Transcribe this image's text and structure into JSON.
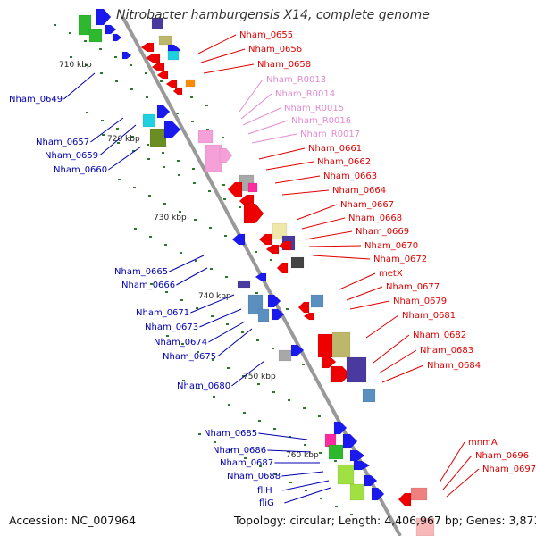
{
  "title": "Nitrobacter hamburgensis X14, complete genome",
  "footer": {
    "accession": "Accession: NC_007964",
    "stats": "Topology: circular; Length: 4,406,967 bp; Genes: 3,871"
  },
  "colors": {
    "backbone": "#999999",
    "tick_dots": "#2a7a2a",
    "right_labels": "#e00000",
    "rna_labels": "#e48ad0",
    "left_labels": "#0000b0"
  },
  "ticks": [
    "710 kbp",
    "720 kbp",
    "730 kbp",
    "740 kbp",
    "750 kbp",
    "760 kbp"
  ],
  "labels_right": [
    {
      "text": "Nham_0655",
      "color": "red"
    },
    {
      "text": "Nham_0656",
      "color": "red"
    },
    {
      "text": "Nham_0658",
      "color": "red"
    },
    {
      "text": "Nham_R0013",
      "color": "pink"
    },
    {
      "text": "Nham_R0014",
      "color": "pink"
    },
    {
      "text": "Nham_R0015",
      "color": "pink"
    },
    {
      "text": "Nham_R0016",
      "color": "pink"
    },
    {
      "text": "Nham_R0017",
      "color": "pink"
    },
    {
      "text": "Nham_0661",
      "color": "red"
    },
    {
      "text": "Nham_0662",
      "color": "red"
    },
    {
      "text": "Nham_0663",
      "color": "red"
    },
    {
      "text": "Nham_0664",
      "color": "red"
    },
    {
      "text": "Nham_0667",
      "color": "red"
    },
    {
      "text": "Nham_0668",
      "color": "red"
    },
    {
      "text": "Nham_0669",
      "color": "red"
    },
    {
      "text": "Nham_0670",
      "color": "red"
    },
    {
      "text": "Nham_0672",
      "color": "red"
    },
    {
      "text": "metX",
      "color": "red"
    },
    {
      "text": "Nham_0677",
      "color": "red"
    },
    {
      "text": "Nham_0679",
      "color": "red"
    },
    {
      "text": "Nham_0681",
      "color": "red"
    },
    {
      "text": "Nham_0682",
      "color": "red"
    },
    {
      "text": "Nham_0683",
      "color": "red"
    },
    {
      "text": "Nham_0684",
      "color": "red"
    },
    {
      "text": "mnmA",
      "color": "red"
    },
    {
      "text": "Nham_0696",
      "color": "red"
    },
    {
      "text": "Nham_0697",
      "color": "red"
    }
  ],
  "labels_left": [
    "Nham_0649",
    "Nham_0657",
    "Nham_0659",
    "Nham_0660",
    "Nham_0665",
    "Nham_0666",
    "Nham_0671",
    "Nham_0673",
    "Nham_0674",
    "Nham_0675",
    "Nham_0680",
    "Nham_0685",
    "Nham_0686",
    "Nham_0687",
    "Nham_0688",
    "fliH",
    "fliG"
  ]
}
